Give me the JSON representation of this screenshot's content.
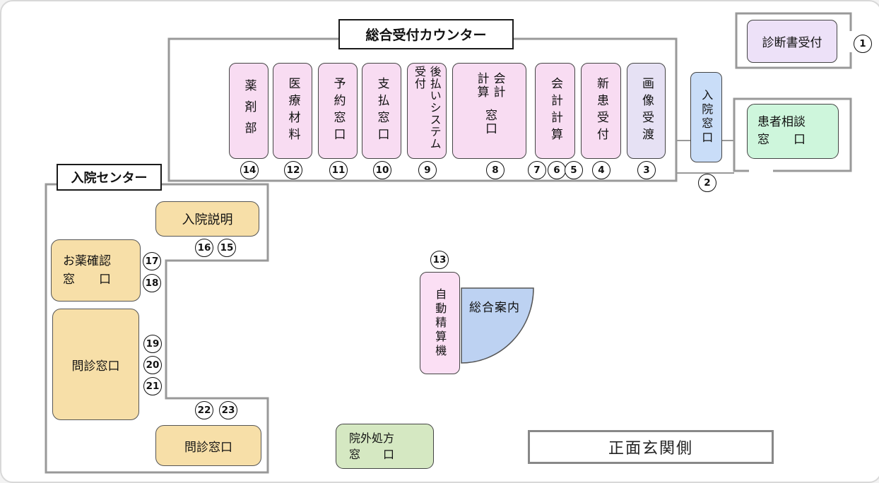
{
  "colors": {
    "booth_pink": "#F8DCF2",
    "booth_lavender": "#E6E1F4",
    "certificate_purple": "#EDE1F8",
    "admission_blue": "#C9DDF8",
    "info_desk_blue": "#BDD2F2",
    "consultation_mint": "#CEF6DC",
    "outside_pharmacy_green": "#D5E8C2",
    "admission_center_tan": "#F7DFA8",
    "wall_line_gray": "#999999"
  },
  "counter": {
    "title": "総合受付カウンター",
    "booths": [
      {
        "label": "薬剤部",
        "number": "14"
      },
      {
        "label": "医療材料",
        "number": "12"
      },
      {
        "label": "予約窓口",
        "number": "11"
      },
      {
        "label": "支払窓口",
        "number": "10"
      },
      {
        "label": "後払いシステム受付",
        "number": "9"
      },
      {
        "label_top": "会計計算",
        "label_bottom": "窓口",
        "number": "8"
      },
      {
        "label": "会計計算",
        "numbers": [
          "7",
          "6",
          "5"
        ]
      },
      {
        "label": "新患受付",
        "number": "4"
      },
      {
        "label": "画像受渡",
        "number": "3"
      }
    ]
  },
  "right_area": {
    "certificate": {
      "label": "診断書受付",
      "number": "1"
    },
    "admission_window": {
      "label": "入院窓口",
      "number": "2"
    },
    "consultation": {
      "line1": "患者相談",
      "line2": "窓　　口"
    }
  },
  "admission_center": {
    "title": "入院センター",
    "admission_briefing": {
      "label": "入院説明",
      "numbers": [
        "16",
        "15"
      ]
    },
    "medicine_check": {
      "line1": "お薬確認",
      "line2": "窓　　口",
      "numbers": [
        "17",
        "18"
      ]
    },
    "interview_large": {
      "label": "問診窓口",
      "numbers": [
        "19",
        "20",
        "21"
      ]
    },
    "interview_small": {
      "label": "問診窓口",
      "numbers": [
        "22",
        "23"
      ]
    }
  },
  "center_area": {
    "kiosk": {
      "label": "自動精算機",
      "number": "13"
    },
    "information": {
      "label": "総合案内"
    }
  },
  "bottom_area": {
    "outside_pharmacy": {
      "line1": "院外処方",
      "line2": "窓　　口"
    },
    "entrance": {
      "label": "正面玄関側"
    }
  }
}
